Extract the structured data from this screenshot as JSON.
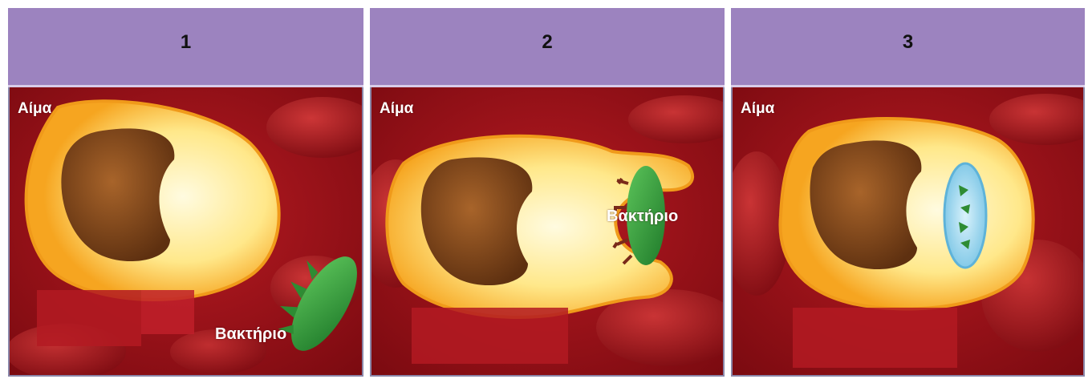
{
  "panels": [
    {
      "number": "1",
      "blood_label": "Αίμα",
      "bacterium_label": "Βακτήριο"
    },
    {
      "number": "2",
      "blood_label": "Αίμα",
      "bacterium_label": "Βακτήριο"
    },
    {
      "number": "3",
      "blood_label": "Αίμα"
    }
  ],
  "colors": {
    "header": "#9c83bf",
    "blood": "#a3111a",
    "cell_membrane": "#f4a21e",
    "cytoplasm": "#fff2b0",
    "nucleus": "#7a4418",
    "bacterium": "#3aa23e",
    "vacuole": "#9fd6ef"
  }
}
